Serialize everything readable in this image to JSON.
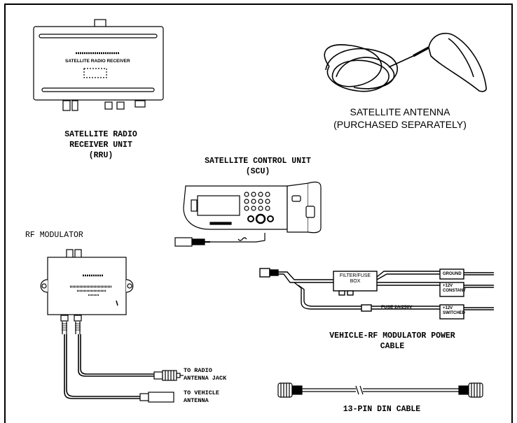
{
  "labels": {
    "rru": "SATELLITE RADIO\nRECEIVER UNIT\n(RRU)",
    "antenna": "SATELLITE ANTENNA\n(PURCHASED SEPARATELY)",
    "scu": "SATELLITE CONTROL UNIT\n(SCU)",
    "rf_modulator": "RF MODULATOR",
    "power_cable": "VEHICLE-RF MODULATOR POWER\nCABLE",
    "din_cable": "13-PIN DIN CABLE",
    "to_radio": "TO RADIO\nANTENNA JACK",
    "to_vehicle": "TO VEHICLE\nANTENNA",
    "filter_box": "FILTER/FUSE\nBOX",
    "fuse": "FUSE 2A/250V",
    "ground": "GROUND",
    "constant": "+12V\nCONSTANT",
    "switched": "+12V\nSWITCHED",
    "receiver_faceplate": "SATELLITE RADIO RECEIVER"
  }
}
